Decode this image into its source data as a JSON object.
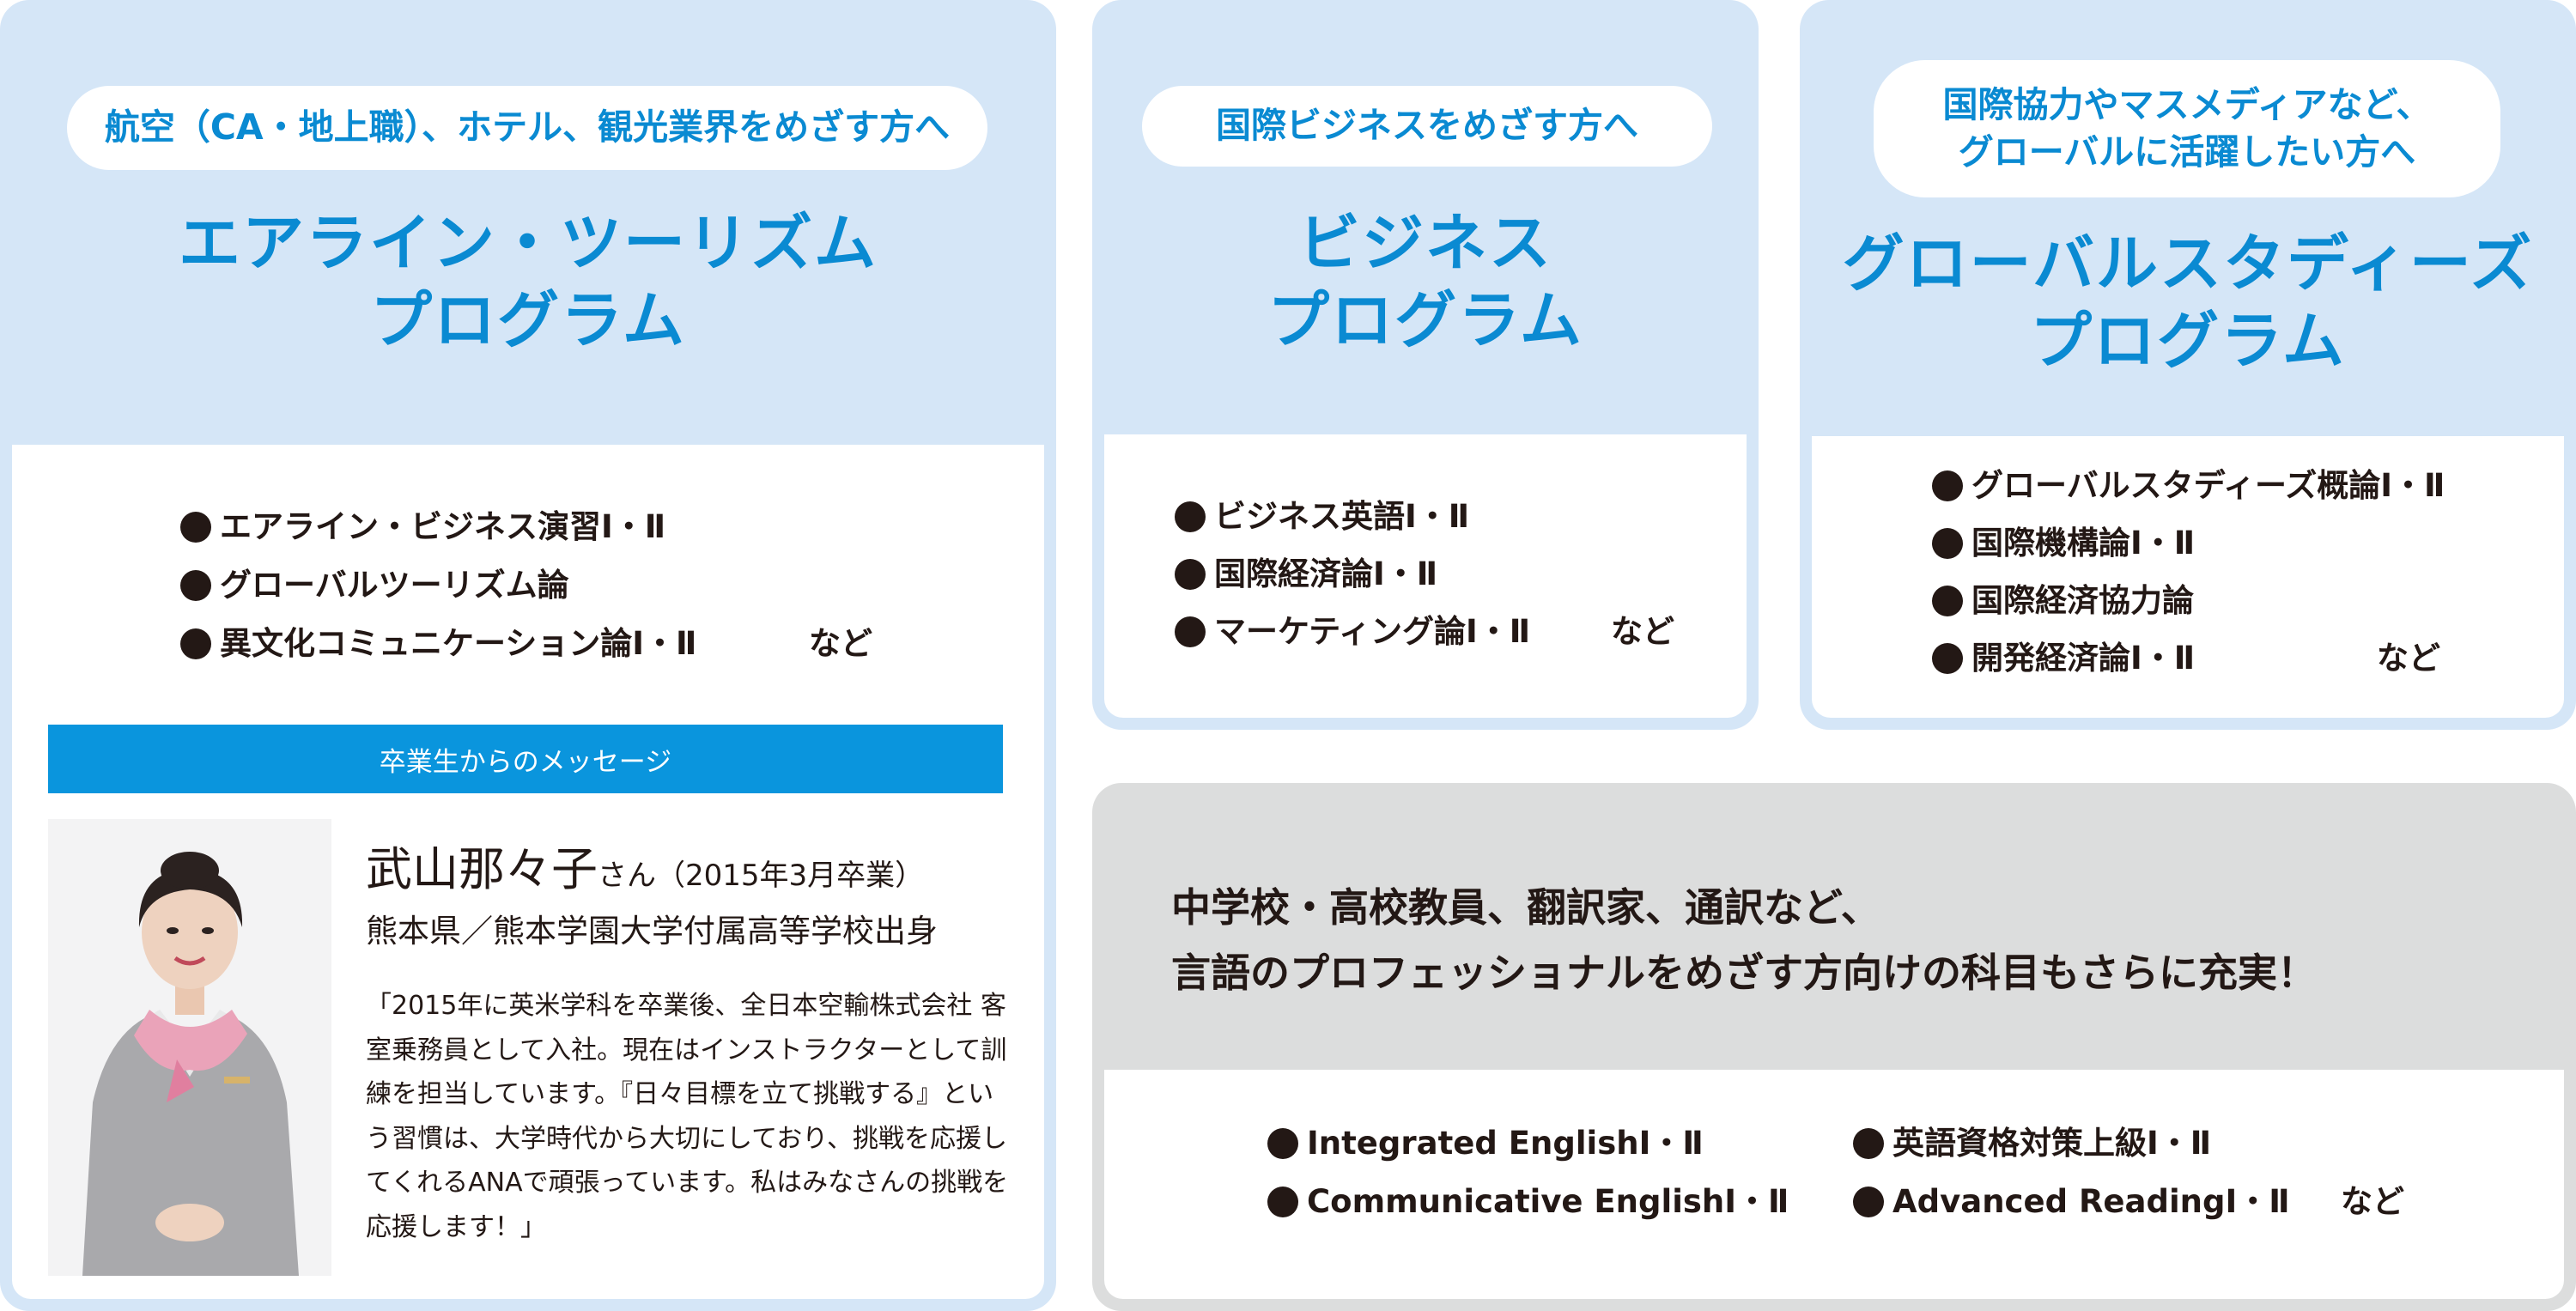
{
  "airline": {
    "target": "航空（CA・地上職）、ホテル、観光業界をめざす方へ",
    "title": "エアライン・ツーリズム\nプログラム",
    "courses": [
      "エアライン・ビジネス演習Ⅰ・Ⅱ",
      "グローバルツーリズム論",
      "異文化コミュニケーション論Ⅰ・Ⅱ"
    ],
    "etc": "など"
  },
  "business": {
    "target": "国際ビジネスをめざす方へ",
    "title": "ビジネス\nプログラム",
    "courses": [
      "ビジネス英語Ⅰ・Ⅱ",
      "国際経済論Ⅰ・Ⅱ",
      "マーケティング論Ⅰ・Ⅱ"
    ],
    "etc": "など"
  },
  "global": {
    "target": "国際協力やマスメディアなど、\nグローバルに活躍したい方へ",
    "title": "グローバルスタディーズ\nプログラム",
    "courses": [
      "グローバルスタディーズ概論Ⅰ・Ⅱ",
      "国際機構論Ⅰ・Ⅱ",
      "国際経済協力論",
      "開発経済論Ⅰ・Ⅱ"
    ],
    "etc": "など"
  },
  "message": {
    "bar_label": "卒業生からのメッセージ",
    "name": "武山那々子",
    "suffix": "さん（2015年3月卒業）",
    "from": "熊本県／熊本学園大学付属高等学校出身",
    "quote": "「2015年に英米学科を卒業後、全日本空輸株式会社 客室乗務員として入社。現在はインストラクターとして訓練を担当しています。『日々目標を立て挑戦する』という習慣は、大学時代から大切にしており、挑戦を応援してくれるANAで頑張っています。私はみなさんの挑戦を応援します！」"
  },
  "language": {
    "headline": "中学校・高校教員、翻訳家、通訳など、\n言語のプロフェッショナルをめざす方向けの科目もさらに充実！",
    "courses_left": [
      "Integrated EnglishⅠ・Ⅱ",
      "Communicative EnglishⅠ・Ⅱ"
    ],
    "courses_right": [
      "英語資格対策上級Ⅰ・Ⅱ",
      "Advanced ReadingⅠ・Ⅱ"
    ],
    "etc": "など"
  },
  "colors": {
    "accent_blue": "#0a8ad2",
    "bar_blue": "#0a95dd",
    "card_blue": "#d5e6f7",
    "card_gray": "#dcdddd",
    "text": "#231815"
  }
}
